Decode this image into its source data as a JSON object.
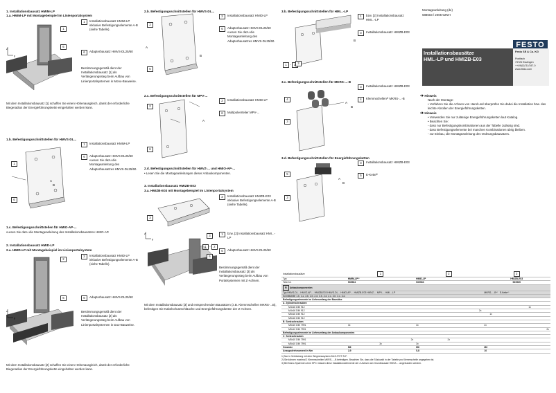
{
  "col1": {
    "h1": "1. Installationsbausatz HMIM-LP",
    "h1a": "1.a. HMIM-LP mit Montagebeispiel im Linienportalsystem",
    "items_1a": [
      {
        "num": "1",
        "text": "Installationsbausatz HMIM-LP inklusive Befestigungselemente A-B (siehe Tabelle)."
      },
      {
        "num": "6",
        "text": "Adapterbausatz HMVS-DL25/60"
      }
    ],
    "note_1a": "Bestimmungsgemäß dient der Installationsbausatz [1] als Verlängerungssteg beim Aufbau von Linienportalsystemen in Mono-Bauweise.",
    "caption_1a": "Mit dem Installationsbausatz [1] schaffen Sie einen Höhenausgleich, damit der erforderliche Biegeradius der Energieführungskette eingehalten werden kann.",
    "h1b": "1.b. Befestigungsschnittstellen für HMVS-DL...",
    "items_1b": [
      {
        "num": "1",
        "text": "Installationsbausatz HMIM-LP"
      },
      {
        "num": "6",
        "text": "Adapterbausatz HMVS-DL25/60 •Lesen Sie dazu die Montageanleitung des Adapterbausatzes HMVS-DL25/60."
      }
    ],
    "h1c": "1.c. Befestigungsschnittstellen für HMIO-AP-...",
    "text_1c": "•Lesen Sie dazu die Montageanleitung des Installationsbausatzes HMIO-AP.",
    "h2": "2. Installationsbausatz HMID-LP",
    "h2a": "2.a. HMID-LP mit Montagebeispiel im Linienportalsystem",
    "items_2a": [
      {
        "num": "2",
        "text": "Installationsbausatz HMID-LP inklusive Befestigungselemente A-B (siehe Tabelle)."
      },
      {
        "num": "6",
        "text": "Adapterbausatz HMVS-DL25/60"
      }
    ],
    "note_2a": "Bestimmungsgemäß dient der Installationsbausatz [2] als Verlängerungssteg beim Aufbau von Linienportalsystemen in Duo-Bauweise.",
    "caption_2a": "Mit dem Installationsbausatz [2] schaffen Sie einen Höhenausgleich, damit der erforderliche Biegeradius der Energieführungskette eingehalten werden kann."
  },
  "col2": {
    "h2b": "2.b. Befestigungsschnittstellen für HMVS-DL...",
    "items_2b": [
      {
        "num": "2",
        "text": "Installationsbausatz HMID-LP"
      },
      {
        "num": "6",
        "text": "Adapterbausatz HMVS-DL25/60 •Lesen Sie dazu die Montageanleitung des Adapterbausatzes HMVS-DL25/60."
      }
    ],
    "h2c": "2.c. Befestigungsschnittstellen für MPV-...",
    "items_2c": [
      {
        "num": "2",
        "text": "Installationsbausatz HMID-LP"
      },
      {
        "num": "6",
        "text": "Multipolverteiler MPV-..."
      }
    ],
    "h2d": "2.d. Befestigungsschnittstellen für HMVZ-... und HMIO-AP-...",
    "text_2d": "• Lesen Sie die Montageanleitungen dieser Anbaukomponenten.",
    "h3": "3. Installationsbausatz HMIZB-E03",
    "h3a": "3.a. HMIZB-E03 mit Montagebeispiel im Linienportalsystem",
    "items_3a": [
      {
        "num": "3",
        "text": "Installationsbausatz HMIZB-E03 inklusive Befestigungselemente A-B (siehe Tabelle)."
      },
      {
        "num": "1",
        "text": "bzw. [2] Installationsbausatz HMI...-LP"
      },
      {
        "num": "6",
        "text": "Adapterbausatz HMVS-DL25/60"
      }
    ],
    "note_3a": "Bestimmungsgemäß dient der Installationsbausatz [3] als Verlängerungssteg beim Aufbau von Portalsystemen mit Z-Achsen.",
    "caption_3a": "Mit dem Installationsbausatz [3] und entsprechenden Bausätzen (z.B. Klemmschellen MKRS-...B), befestigen Sie Kabelschutzschläuche und Energieführungsketten der Z-Achsen."
  },
  "col3": {
    "h3b": "3.b. Befestigungsschnittstellen für HMI...-LP",
    "items_3b": [
      {
        "num": "1",
        "text": "bzw. [2] Installationsbausatz HMI...-LP"
      },
      {
        "num": "3",
        "text": "Installationsbausatz HMIZB-E03"
      }
    ],
    "h3c": "3.c. Befestigungsschnittstellen für MKRS-...-B",
    "items_3c": [
      {
        "num": "3",
        "text": "Installationsbausatz HMIZB-E03"
      },
      {
        "num": "4",
        "text": "Klemmschellen³⁾ MKRS-...-B"
      }
    ],
    "h3d": "3.d. Befestigungsschnittstellen für Energieführungsketten",
    "items_3d": [
      {
        "num": "3",
        "text": "Installationsbausatz HMIZB-E03"
      },
      {
        "num": "5",
        "text": "E-Kette³⁾"
      }
    ]
  },
  "cover": {
    "manual_line": "Montageanleitung (de)",
    "doc_no": "688603 / 2005-02NH",
    "logo": "FESTO",
    "title1": "Installationsbausätze",
    "title2": "HMI..-LP und HMIZB-E03",
    "company": "Festo SE & Co. KG",
    "addr1": "Postfach",
    "addr2": "73726 Esslingen",
    "addr3": "++49/(0)711/347-0",
    "addr4": "www.festo.com"
  },
  "notes": {
    "h1": "Hinweis",
    "l1": "Nach der Montage:",
    "l2": "• Verfahren Sie die Achsen von Hand und überprüfen Sie dabei die Installation bzw. das leichte Abrollen der Energieführungsketten.",
    "h2": "Hinweis",
    "l3": "• Verwenden Sie nur zulässige Energieführungsketten laut Katalog.",
    "l4": "• Beachten Sie:",
    "l5": "- dass nur Befestigungskombinationen aus der Tabelle zulässig sind.",
    "l6": "- dass Befestigungselemente bei manchen Kombinationen übrig bleiben.",
    "l7": "- zur Einbau, die Montageanleitung des Ordnungsbausatzes."
  },
  "table": {
    "head": {
      "c0a": "Installationsbausätze",
      "c0b": "Typ",
      "c0c": "Teile-Nr.",
      "k1": "1",
      "k1t": "HMIM-LP¹⁾",
      "k1n": "539964",
      "k2": "2",
      "k2t": "HMID-LP",
      "k2n": "539963",
      "k3": "3",
      "k3t": "HMIZB-E03",
      "k3n": "539965"
    },
    "anbau": "Anbaukomponenten",
    "anbau_typ": "Typ HMVS-DL... HMVZ-AP-... HMIZB-E03 HMVS-DL... HMIO-AP-... HMIZB-E03 HMVZ-... MPV-... HMI...-LP",
    "anbau_mkrs": "MKRS-...-B⁴⁾",
    "anbau_ekette": "E-Kette⁴⁾",
    "schnitt": "Schnittstelle 1.b. 1.c. 3.b. 2.b. 2.d. 3.b. 2.d. 2.c. 3.b. 3.c. 3.d.",
    "sec1": "Befestigungselemente im Lieferumfang der Bausätze",
    "secA": "Zylinderschrauben",
    "rowsA": [
      "M4x16 DIN 912",
      "M4x16 DIN 912",
      "M5x16 DIN 912",
      "M5x16 DIN 912"
    ],
    "secB": "Senkschrauben",
    "rowsB": [
      "M5x10 DIN 7991",
      "M5x12 DIN 7991"
    ],
    "sec2": "Befestigungselemente im Lieferumfang der Anbaukomponenten",
    "secC": "Senkschrauben",
    "rowsC": [
      "M5x10 DIN 7991",
      "M5x10 DIN 7991"
    ],
    "gew": "Gewinde",
    "gew1": "M6",
    "gew2": "M6",
    "gew3": "M6",
    "anz": "Anzugsdrehmoment in Nm",
    "anz1": "2,9",
    "anz2": "5,8",
    "anz3": "10",
    "marks": {
      "a": "1x",
      "b": "2x",
      "c": "3x"
    },
    "fn1": "1) Nur in Verbindung mit dem Wegmesssystem MLO-POT-TLF.",
    "fn2": "2) Sie können maximal 2 Klemmschellen MKRS-...-B befestigen. Beachten Sie, dass die Stückzahl in der Tabelle pro Klemmschelle angegeben ist.",
    "fn3": "3) Bei Mono-Systemen ohne SPC müssen diese Installationselemente der Z-Achsen am Grundbausatz HMVZ-... angebunden werden."
  }
}
